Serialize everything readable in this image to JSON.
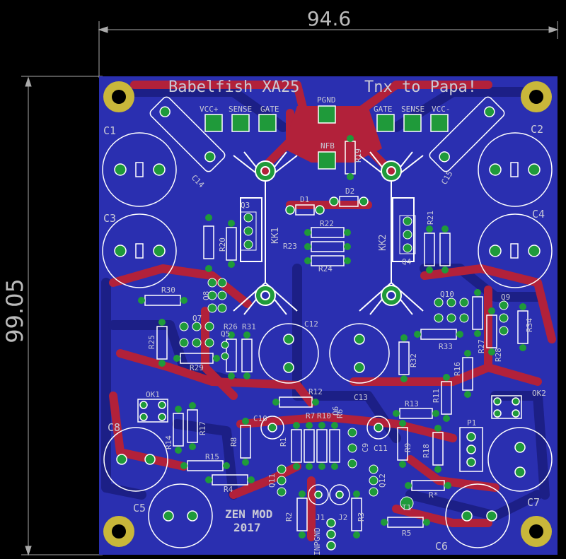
{
  "dimensions": {
    "width": "94.6",
    "height": "99.05"
  },
  "board": {
    "title": "Babelfish XA25",
    "tagline": "Tnx to Papa!",
    "footer_line1": "ZEN MOD",
    "footer_line2": "2017"
  },
  "connectors_left": {
    "vcc": "VCC+",
    "sense": "SENSE",
    "gate": "GATE"
  },
  "connectors_right": {
    "gate": "GATE",
    "sense": "SENSE",
    "vcc": "VCC-"
  },
  "connectors_mid": {
    "pgnd": "PGND",
    "nfb": "NFB"
  },
  "heatsinks": {
    "left": "KK1",
    "right": "KK2"
  },
  "parts": {
    "c1": "C1",
    "c2": "C2",
    "c3": "C3",
    "c4": "C4",
    "c5": "C5",
    "c6": "C6",
    "c7": "C7",
    "c8": "C8",
    "c9": "C9",
    "c10": "C10",
    "c11": "C11",
    "c12": "C12",
    "c13": "C13",
    "c14": "C14",
    "c15": "C15",
    "d1": "D1",
    "d2": "D2",
    "q3": "Q3",
    "q4": "Q4",
    "q5": "Q5",
    "q6": "Q6",
    "q7": "Q7",
    "q8": "Q8",
    "q9": "Q9",
    "q10": "Q10",
    "q11": "Q11",
    "q12": "Q12",
    "r1": "R1",
    "r2": "R2",
    "r3": "R3",
    "r4": "R4",
    "r5": "R5",
    "r6": "R6",
    "r7": "R7",
    "r8": "R8",
    "r9": "R9",
    "r10": "R10",
    "r11": "R11",
    "r12": "R12",
    "r13": "R13",
    "r14": "R14",
    "r15": "R15",
    "r16": "R16",
    "r17": "R17",
    "r18": "R18",
    "r19": "R19",
    "r20": "R20",
    "r21": "R21",
    "r22": "R22",
    "r23": "R23",
    "r24": "R24",
    "r25": "R25",
    "r26": "R26",
    "r27": "R27",
    "r28": "R28",
    "r29": "R29",
    "r30": "R30",
    "r31": "R31",
    "r32": "R32",
    "r33": "R33",
    "r34": "R34",
    "rstar": "R*",
    "ok1": "OK1",
    "ok2": "OK2",
    "p1": "P1",
    "t1": "T1",
    "j1": "J1",
    "j2": "J2",
    "inpgnd": "INPGND"
  },
  "colors": {
    "background": "#000000",
    "board_fill": "#2a2fb0",
    "bottom_copper": "#1c1f86",
    "top_copper": "#b2213a",
    "pad": "#1f9a3a",
    "silkscreen": "#ffffff",
    "label_text": "#c9c9d6",
    "mount_hole": "#c9b73a"
  }
}
